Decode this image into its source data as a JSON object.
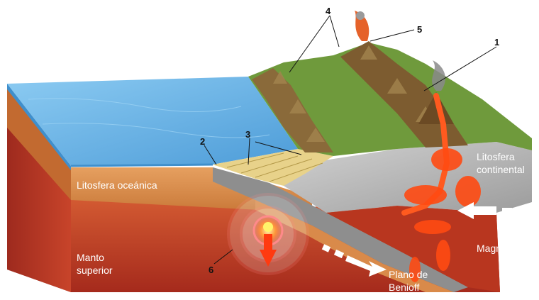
{
  "labels": {
    "oceanic_lithosphere": "Litosfera oceánica",
    "continental_lithosphere_line1": "Litosfera",
    "continental_lithosphere_line2": "continental",
    "upper_mantle_line1": "Manto",
    "upper_mantle_line2": "superior",
    "magma": "Magma",
    "benioff_line1": "Plano de",
    "benioff_line2": "Benioff"
  },
  "callouts": [
    "1",
    "2",
    "3",
    "4",
    "5",
    "6"
  ],
  "colors": {
    "ocean": "#6ab4e6",
    "ocean_dark": "#3f8fcc",
    "oceanic_crust": "#d98a4a",
    "mantle": "#c0392b",
    "continental_crust": "#bdbdbd",
    "mountains": "#8a6a3a",
    "vegetation": "#6f9a3c",
    "magma": "#ff5a1f"
  }
}
